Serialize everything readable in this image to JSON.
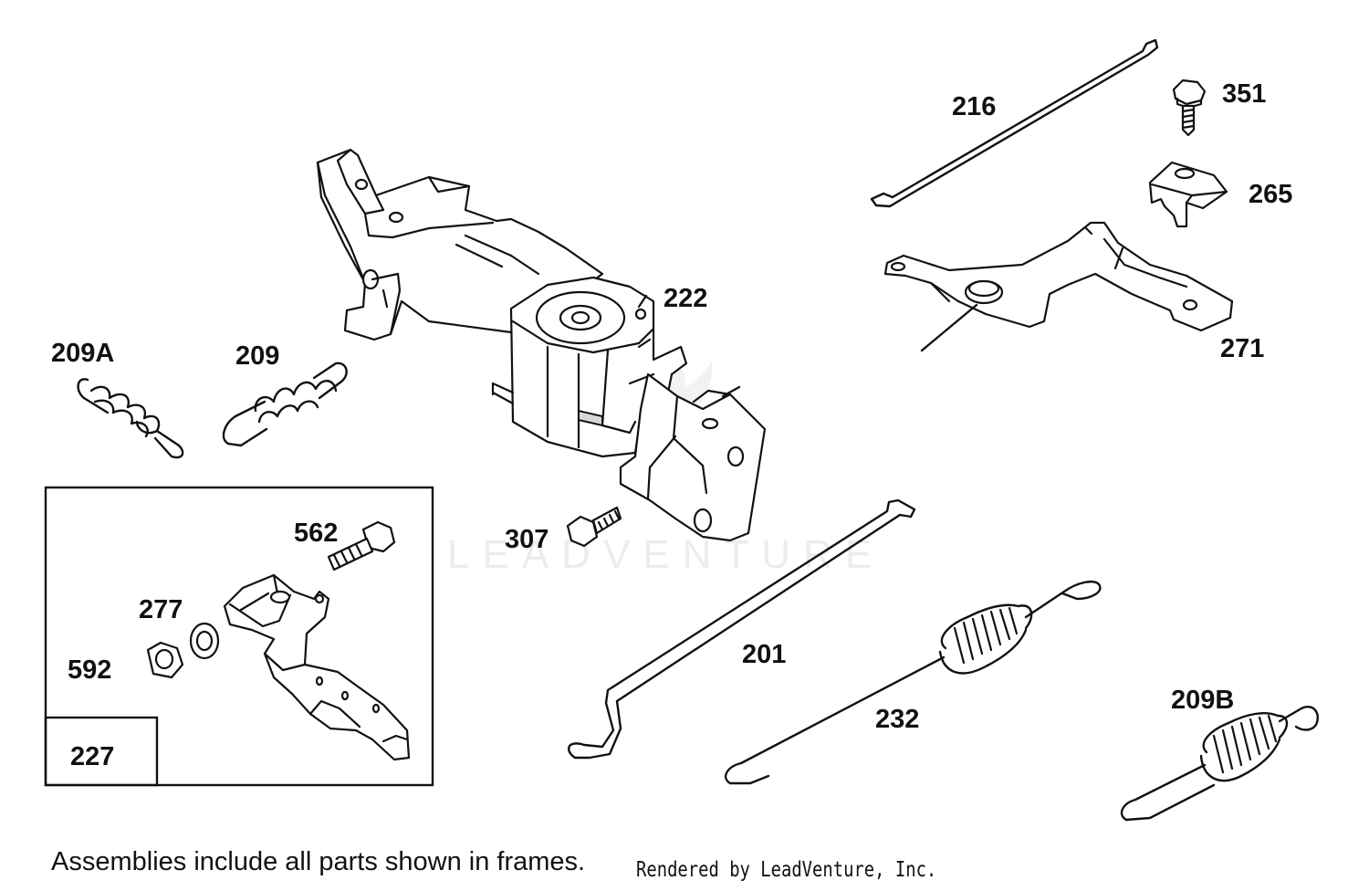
{
  "watermark": "LEADVENTURE",
  "callouts": {
    "p216": "216",
    "p351": "351",
    "p265": "265",
    "p271": "271",
    "p222": "222",
    "p209A": "209A",
    "p209": "209",
    "p307": "307",
    "p562": "562",
    "p277": "277",
    "p592": "592",
    "p227": "227",
    "p201": "201",
    "p232": "232",
    "p209B": "209B"
  },
  "footer": {
    "note": "Assemblies include all parts shown in frames.",
    "credit": "Rendered by LeadVenture, Inc."
  }
}
